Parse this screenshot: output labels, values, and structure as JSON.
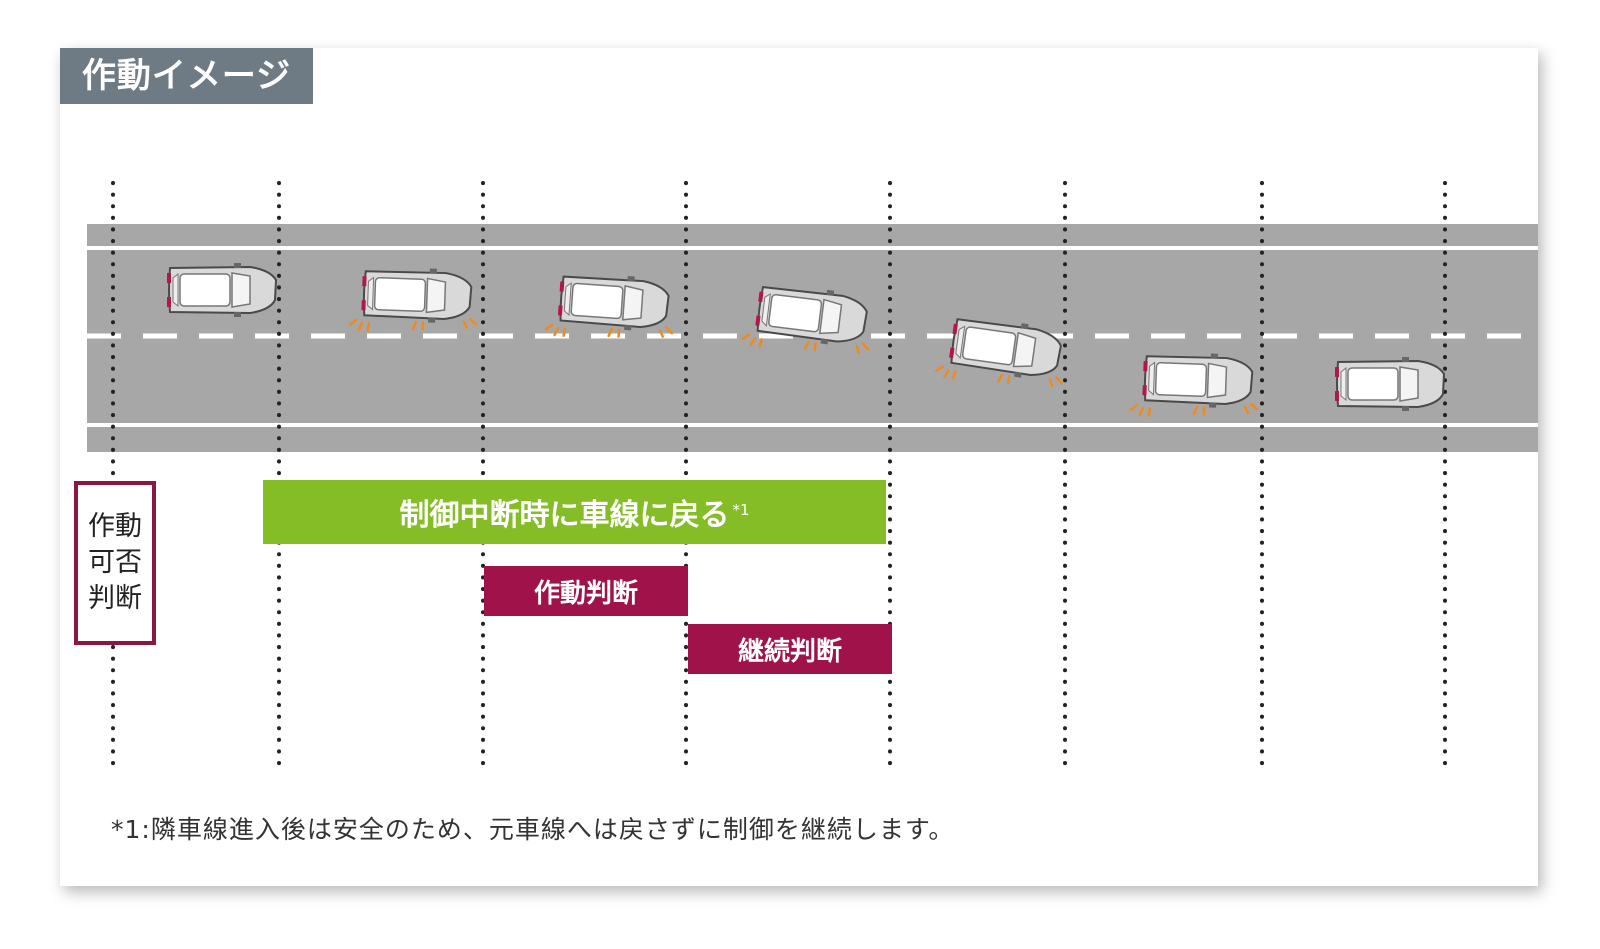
{
  "title": "作動イメージ",
  "colors": {
    "title_bg": "#6f7b84",
    "road": "#a7a7a7",
    "green": "#84bd25",
    "maroon": "#a0124a",
    "judge_border": "#8a1645",
    "signal": "#f08a1e"
  },
  "judge_box": {
    "lines": [
      "作動",
      "可否",
      "判断"
    ]
  },
  "bars": {
    "return": {
      "label": "制御中断時に車線に戻る",
      "note": "*1"
    },
    "decision": {
      "label": "作動判断"
    },
    "continue": {
      "label": "継続判断"
    }
  },
  "footnote": "*1:隣車線進入後は安全のため、元車線へは戻さずに制御を継続します。",
  "car_states": [
    {
      "signal": false,
      "angle": 0
    },
    {
      "signal": true,
      "angle": 2
    },
    {
      "signal": true,
      "angle": 4
    },
    {
      "signal": true,
      "angle": 7
    },
    {
      "signal": true,
      "angle": 8
    },
    {
      "signal": true,
      "angle": 2
    },
    {
      "signal": false,
      "angle": 0
    }
  ]
}
